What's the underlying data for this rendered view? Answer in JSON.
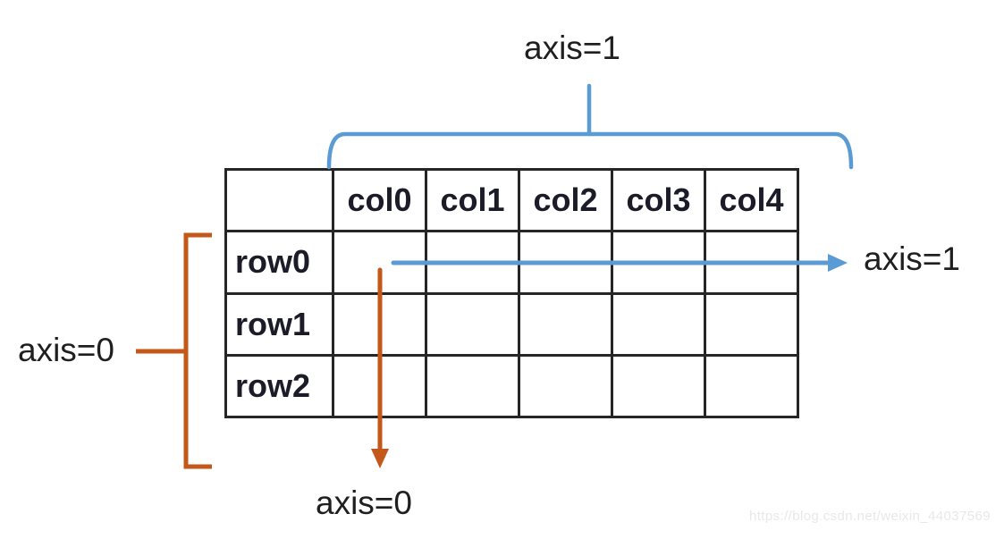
{
  "labels": {
    "axis1_top": "axis=1",
    "axis1_right": "axis=1",
    "axis0_left": "axis=0",
    "axis0_bottom": "axis=0"
  },
  "table": {
    "corner_cell": "",
    "col_headers": [
      "col0",
      "col1",
      "col2",
      "col3",
      "col4"
    ],
    "row_headers": [
      "row0",
      "row1",
      "row2"
    ]
  },
  "watermark": "https://blog.csdn.net/weixin_44037569",
  "icons": {
    "axis1_arrow": "right-arrow",
    "axis0_arrow": "down-arrow",
    "axis1_brace": "top-brace",
    "axis0_bracket": "left-bracket"
  },
  "colors": {
    "axis1_blue": "#5b9bd5",
    "axis0_orange": "#c4571a",
    "table_border": "#262626",
    "label_text": "#1f1f1f",
    "table_text": "#1c1c28",
    "watermark_gray": "#e8e8e8"
  }
}
